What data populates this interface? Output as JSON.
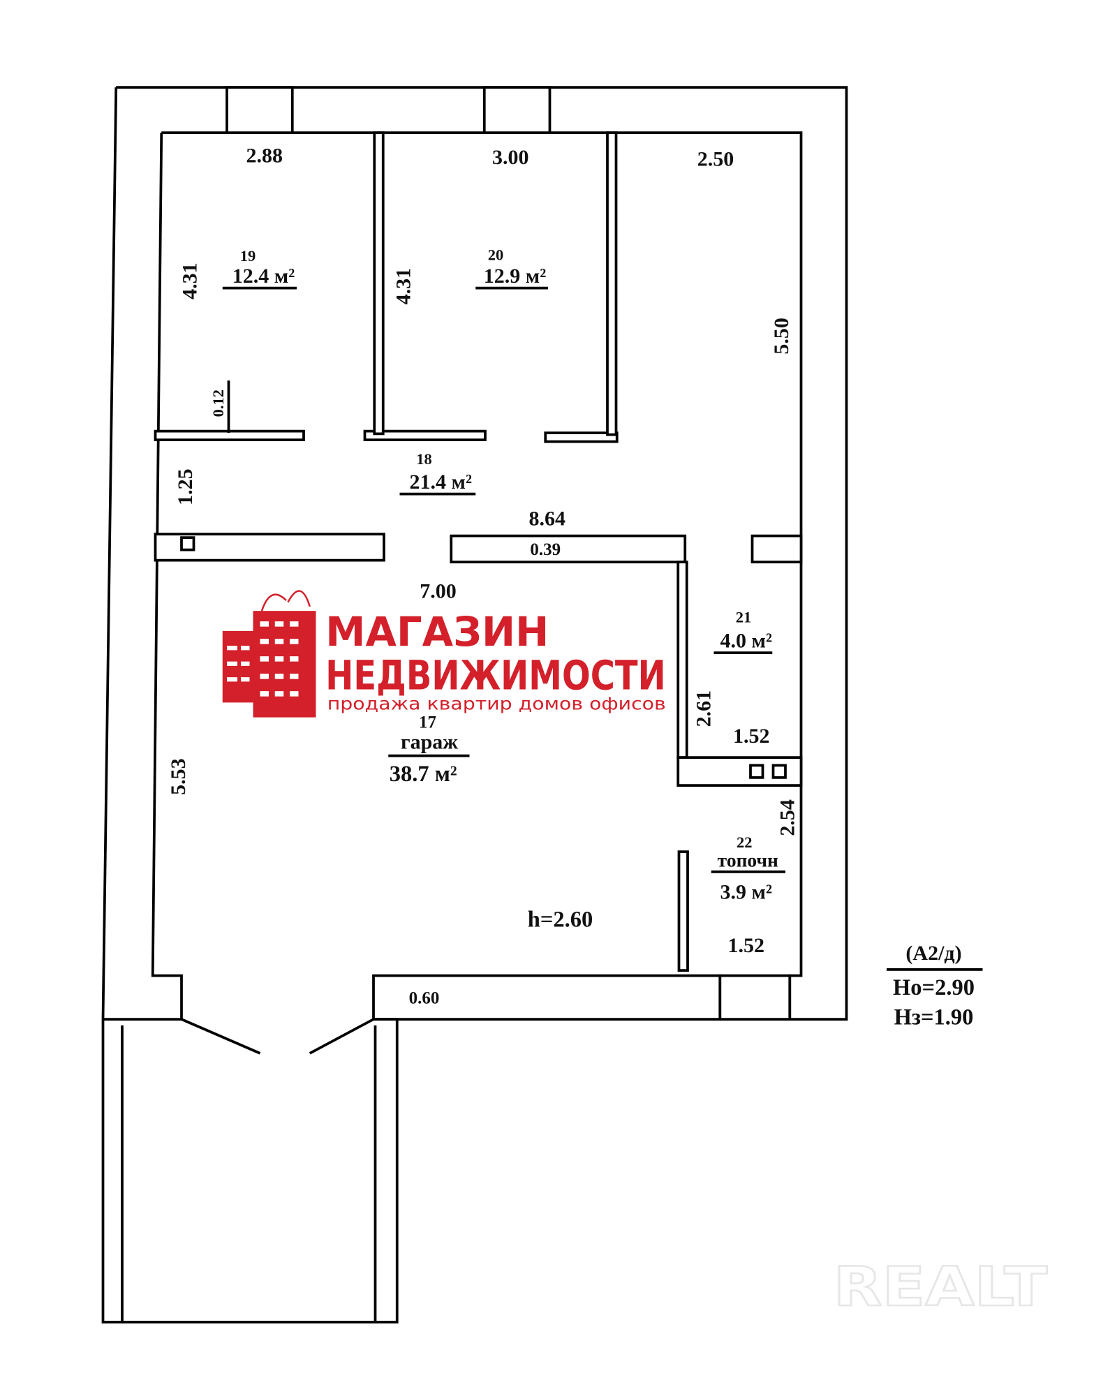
{
  "plan": {
    "dimensions": {
      "room19_width": "2.88",
      "room20_width": "3.00",
      "room_right_width": "2.50",
      "room19_depth": "4.31",
      "room20_depth": "4.31",
      "right_depth": "5.50",
      "partition": "0.12",
      "corridor_depth": "1.25",
      "corridor_length": "8.64",
      "wall_thickness": "0.39",
      "garage_width": "7.00",
      "garage_depth": "5.53",
      "room21_depth": "2.61",
      "room21_width": "1.52",
      "room22_depth": "2.54",
      "room22_width": "1.52",
      "bottom_wall": "0.60",
      "height": "h=2.60"
    },
    "rooms": [
      {
        "number": "19",
        "area": "12.4 м²"
      },
      {
        "number": "20",
        "area": "12.9 м²"
      },
      {
        "number": "18",
        "area": "21.4 м²"
      },
      {
        "number": "21",
        "area": "4.0 м²"
      },
      {
        "number": "17",
        "name": "гараж",
        "area": "38.7 м²"
      },
      {
        "number": "22",
        "name": "топочн",
        "area": "3.9 м²"
      }
    ],
    "legend": {
      "code": "(А2/д)",
      "ho": "Но=2.90",
      "hz": "Нз=1.90"
    }
  },
  "logo": {
    "line1": "МАГАЗИН",
    "line2": "НЕДВИЖИМОСТИ",
    "tagline": "продажа квартир домов офисов",
    "color": "#d3202a"
  },
  "watermark": "REALT"
}
